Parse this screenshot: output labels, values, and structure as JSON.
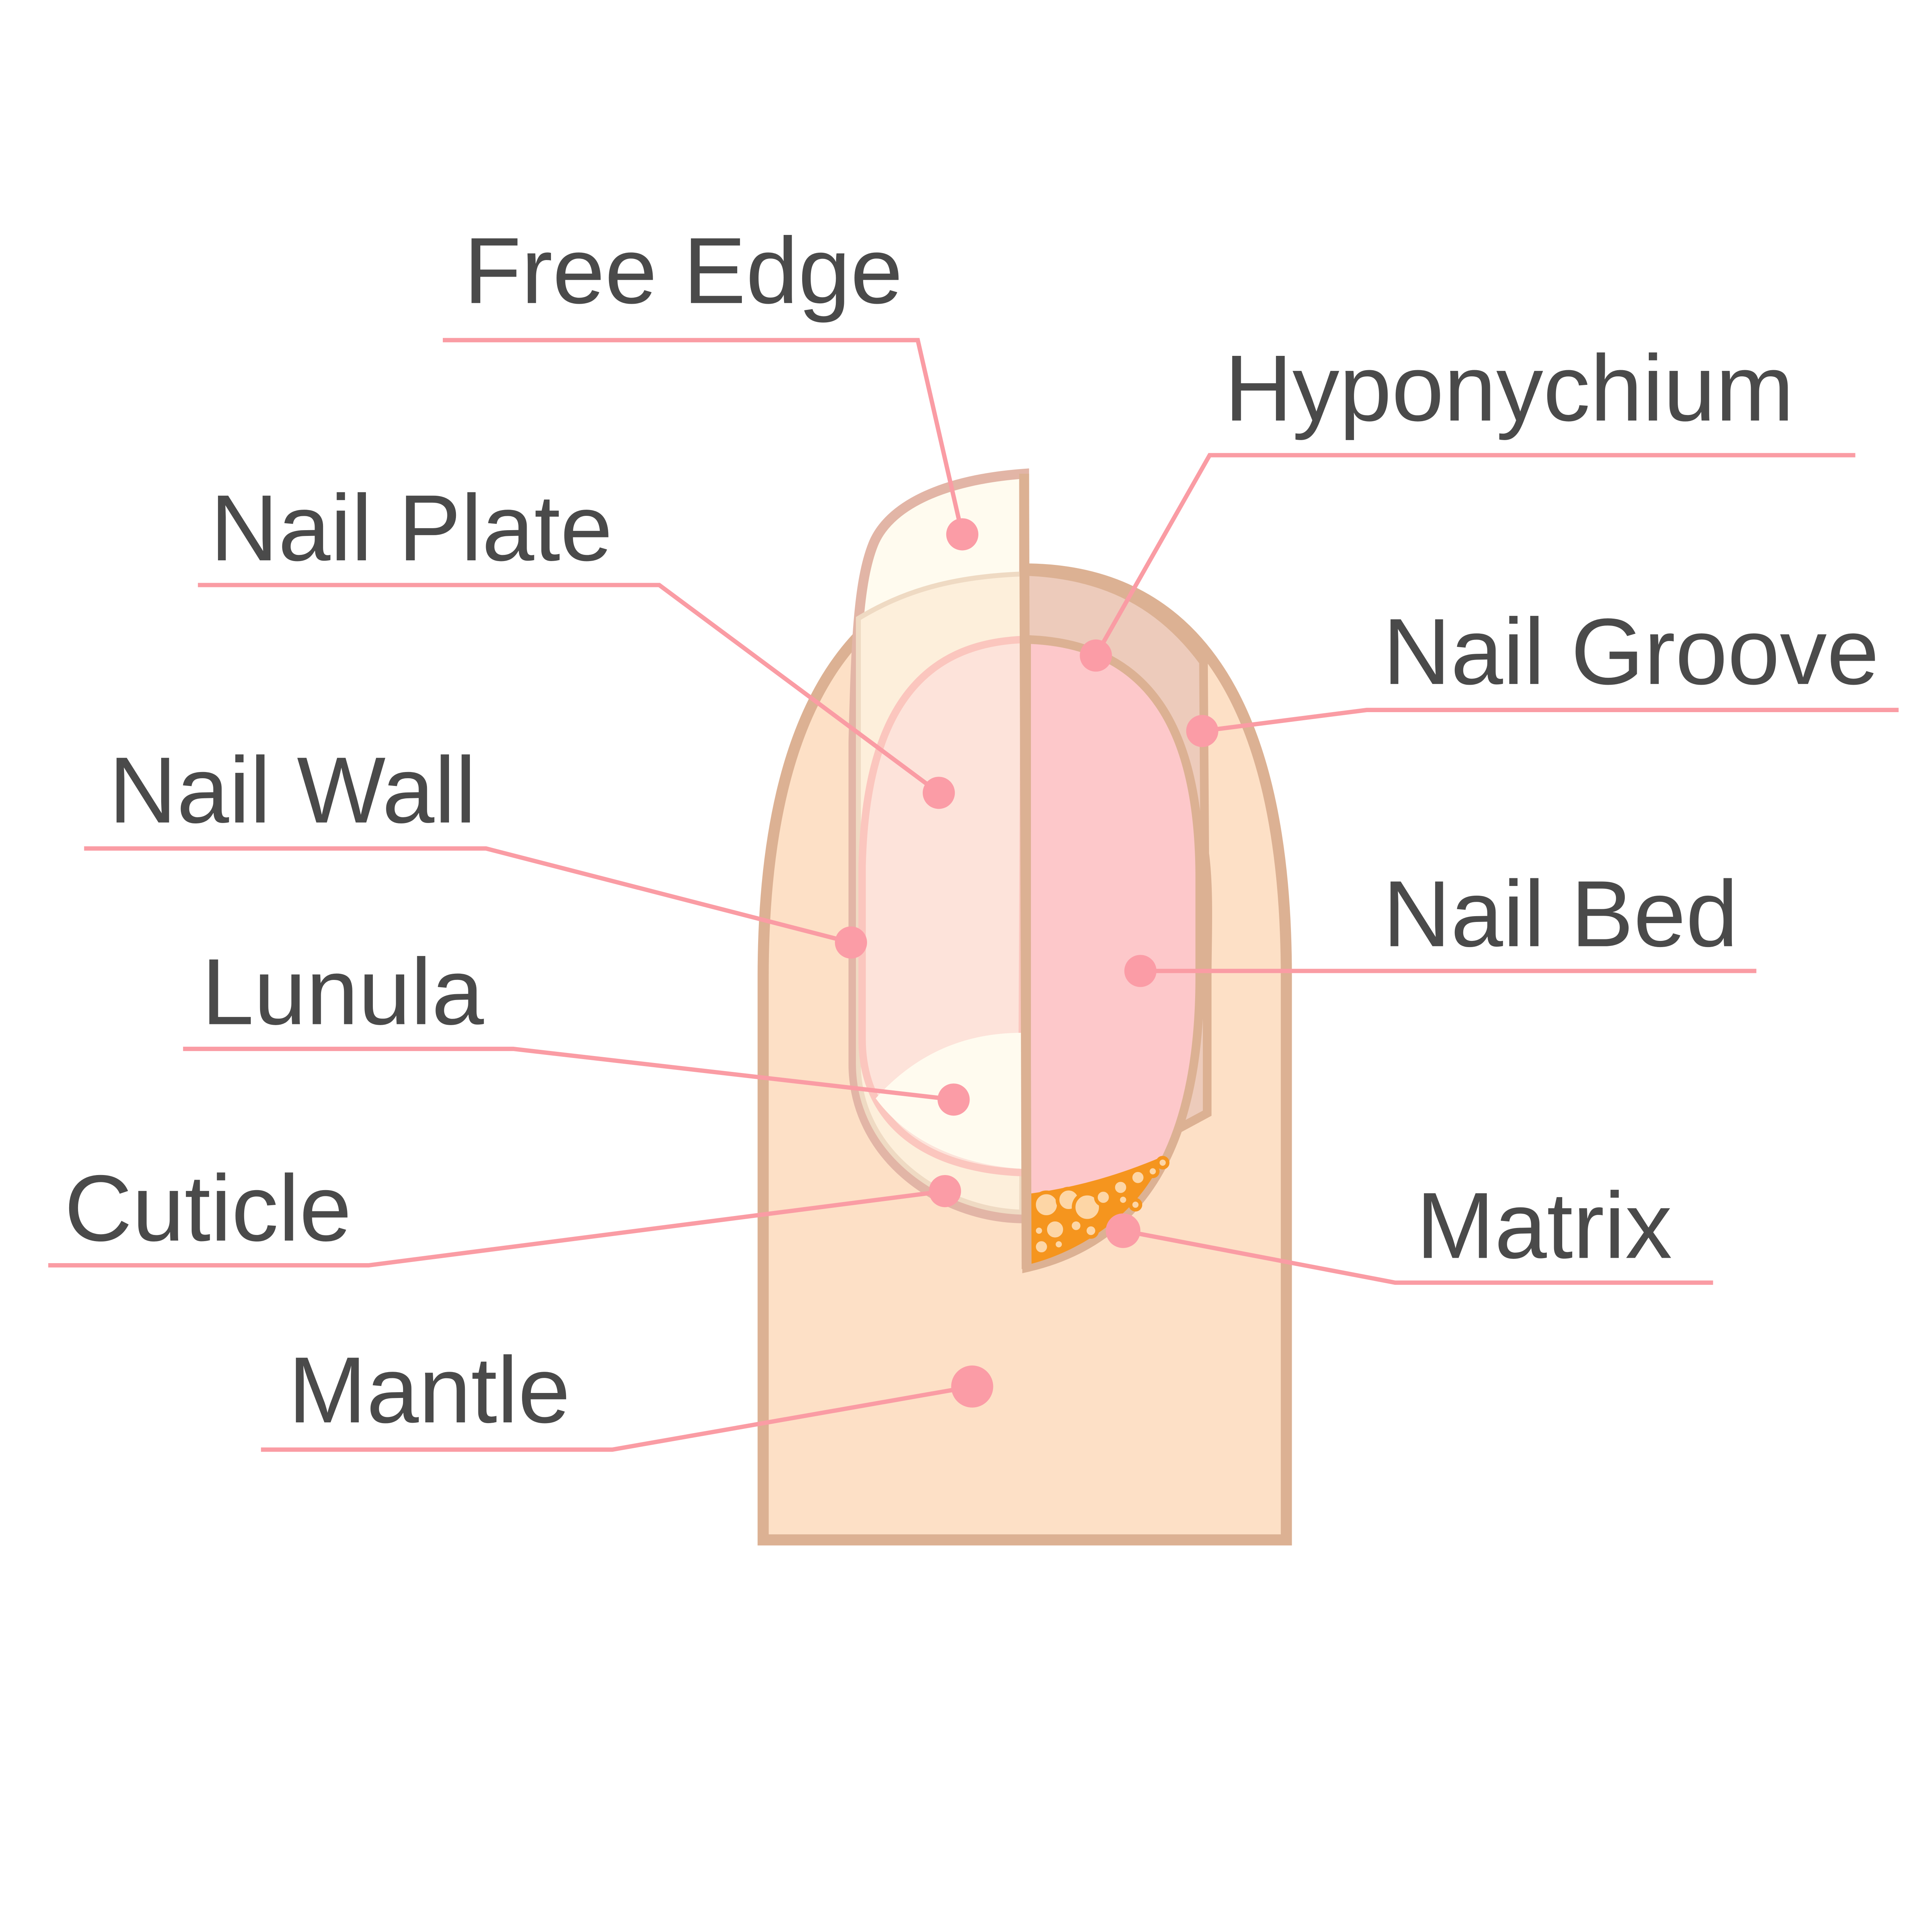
{
  "diagram": {
    "labels": {
      "free_edge": "Free Edge",
      "hyponychium": "Hyponychium",
      "nail_plate": "Nail Plate",
      "nail_groove": "Nail Groove",
      "nail_wall": "Nail Wall",
      "nail_bed": "Nail Bed",
      "lunula": "Lunula",
      "cuticle": "Cuticle",
      "matrix": "Matrix",
      "mantle": "Mantle"
    },
    "colors": {
      "skin": "#fde0c6",
      "outline": "#dcb193",
      "leader": "#fa9ca4",
      "nail_bed": "#fdc8ca",
      "matrix": "#f5951e",
      "text": "#4a4a4a"
    }
  }
}
